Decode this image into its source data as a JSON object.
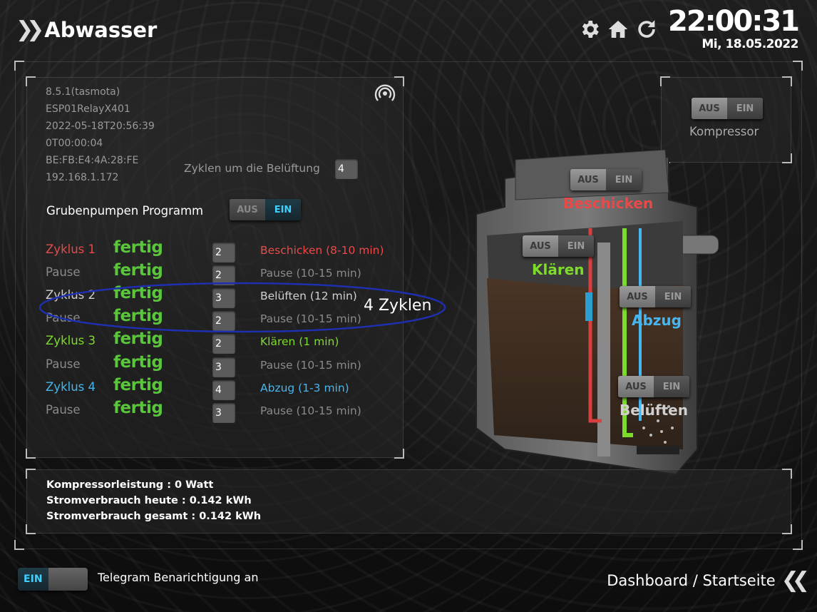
{
  "header": {
    "title": "Abwasser",
    "icons": [
      "gear-icon",
      "home-icon",
      "refresh-icon"
    ],
    "time": "22:00:31",
    "date": "Mi, 18.05.2022"
  },
  "device": {
    "lines": [
      "8.5.1(tasmota)",
      "ESP01RelayX401",
      "2022-05-18T20:56:39",
      "0T00:00:04",
      "BE:FB:E4:4A:28:FE",
      "192.168.1.172"
    ]
  },
  "cycles_label": "Zyklen um die Belüftung",
  "cycles_value": "4",
  "program": {
    "label": "Grubenpumpen Programm",
    "off": "AUS",
    "on": "EIN"
  },
  "rows": [
    {
      "name": "Zyklus 1",
      "status": "fertig",
      "value": "2",
      "phase": "Beschicken (8-10 min)",
      "nameColor": "red",
      "phaseColor": "red"
    },
    {
      "name": "Pause",
      "status": "fertig",
      "value": "2",
      "phase": "Pause (10-15 min)",
      "nameColor": "grey",
      "phaseColor": "grey"
    },
    {
      "name": "Zyklus 2",
      "status": "fertig",
      "value": "3",
      "phase": "Belüften (12 min)",
      "nameColor": "light",
      "phaseColor": "light"
    },
    {
      "name": "Pause",
      "status": "fertig",
      "value": "2",
      "phase": "Pause (10-15 min)",
      "nameColor": "grey",
      "phaseColor": "grey"
    },
    {
      "name": "Zyklus 3",
      "status": "fertig",
      "value": "2",
      "phase": "Klären (1 min)",
      "nameColor": "green",
      "phaseColor": "green"
    },
    {
      "name": "Pause",
      "status": "fertig",
      "value": "3",
      "phase": "Pause (10-15 min)",
      "nameColor": "grey",
      "phaseColor": "grey"
    },
    {
      "name": "Zyklus 4",
      "status": "fertig",
      "value": "4",
      "phase": "Abzug (1-3 min)",
      "nameColor": "blue",
      "phaseColor": "blue"
    },
    {
      "name": "Pause",
      "status": "fertig",
      "value": "3",
      "phase": "Pause (10-15 min)",
      "nameColor": "grey",
      "phaseColor": "grey"
    }
  ],
  "annotation": "4 Zyklen",
  "compressor": {
    "label": "Kompressor",
    "off": "AUS",
    "on": "EIN"
  },
  "tank": {
    "toggle_off": "AUS",
    "toggle_on": "EIN",
    "beschicken": "Beschicken",
    "klaeren": "Klären",
    "abzug": "Abzug",
    "belueften": "Belüften"
  },
  "stats": {
    "line1": "Kompressorleistung : 0 Watt",
    "line2": "Stromverbrauch heute : 0.142 kWh",
    "line3": "Stromverbrauch gesamt : 0.142 kWh"
  },
  "footer": {
    "telegram_on": "EIN",
    "telegram_label": "Telegram Benarichtigung an",
    "dashboard_link": "Dashboard / Startseite"
  },
  "colors": {
    "red": "#e84a4a",
    "green": "#7ddc2a",
    "blue": "#45b6f0",
    "cyan": "#3fd0ff",
    "status": "#5ac63c"
  }
}
